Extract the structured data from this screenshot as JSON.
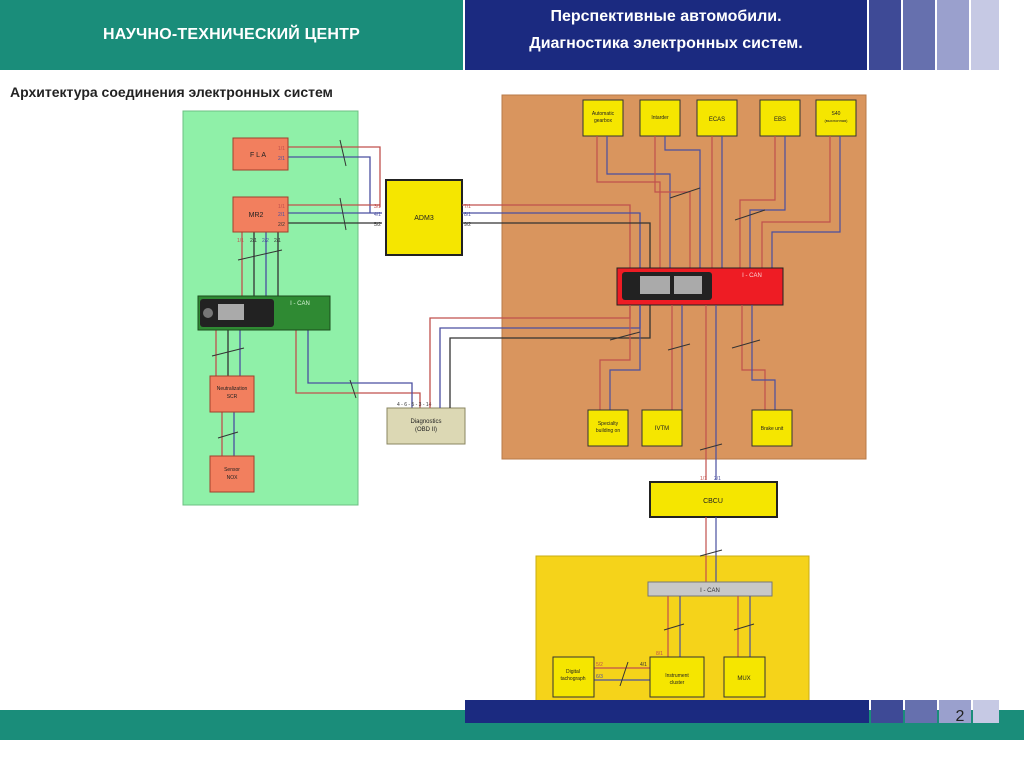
{
  "header": {
    "org": "НАУЧНО-ТЕХНИЧЕСКИЙ ЦЕНТР",
    "title_line1": "Перспективные автомобили.",
    "title_line2": "Диагностика электронных систем."
  },
  "slide_title": "Архитектура соединения электронных систем",
  "page_number": "2",
  "colors": {
    "teal": "#1a8d7a",
    "navy": "#1b2a80",
    "green_zone": "#8ff0a8",
    "orange_zone": "#d9955e",
    "yellow_zone": "#f5d31a",
    "ecu_red": "#f27f5e",
    "ecu_yellow": "#f5e600"
  },
  "diagram": {
    "left_zone": {
      "fla": "F L A",
      "mr2": "MR2",
      "bus_label": "I - CAN",
      "neutralization_l1": "Neutralization",
      "neutralization_l2": "SCR",
      "sensor_l1": "Sensor",
      "sensor_l2": "NOX",
      "fla_p1": "1/1",
      "fla_p2": "2/1",
      "mr2_p1": "1/1",
      "mr2_p2": "2/1",
      "mr2_p3": "2/2",
      "mr2_b1": "1/1",
      "mr2_b2": "2/1",
      "mr2_b3": "2/2",
      "mr2_b4": "2/1"
    },
    "adm3": {
      "label": "ADM3",
      "l1": "3/1",
      "l2": "4/1",
      "l3": "5/2",
      "r1": "7/1",
      "r2": "8/1",
      "r3": "9/2"
    },
    "diagnostics": {
      "l1": "Diagnostics",
      "l2": "(OBD II)",
      "pins": "4 - 6 - 5 - 3 - 14"
    },
    "right_zone": {
      "modules": [
        {
          "l1": "Automatic",
          "l2": "gearbox"
        },
        {
          "l1": "Intarder",
          "l2": ""
        },
        {
          "l1": "ECAS",
          "l2": ""
        },
        {
          "l1": "EBS",
          "l2": ""
        },
        {
          "l1": "S40",
          "l2": "(выхлопная)"
        }
      ],
      "bus_label": "I - CAN",
      "bottom_modules": [
        {
          "l1": "Specialty",
          "l2": "building on"
        },
        {
          "l1": "IVTM",
          "l2": ""
        },
        {
          "l1": "Brake unit",
          "l2": ""
        }
      ]
    },
    "cbcu": {
      "label": "CBCU",
      "p1": "1/1",
      "p2": "2/1"
    },
    "bottom_zone": {
      "bus_label": "I - CAN",
      "tacho_l1": "Digital",
      "tacho_l2": "tachograph",
      "cluster_l1": "Instrument",
      "cluster_l2": "cluster",
      "mux": "MUX",
      "pin_a": "5/2",
      "pin_b": "6/3",
      "pin_c": "8/1",
      "pin_d": "4/1"
    }
  }
}
